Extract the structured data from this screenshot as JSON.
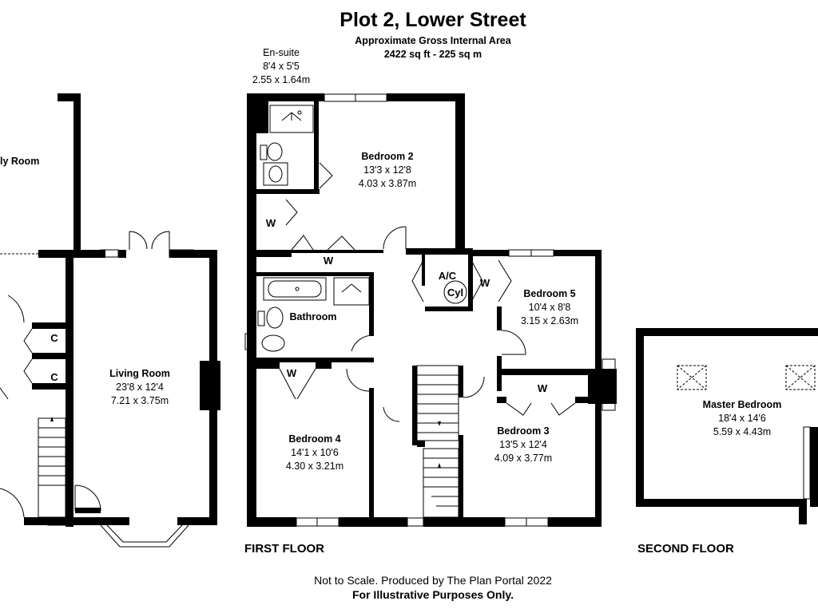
{
  "header": {
    "title": "Plot 2, Lower Street",
    "area_label": "Approximate Gross Internal Area",
    "area_value": "2422 sq ft - 225 sq m"
  },
  "rooms": {
    "family_room": {
      "name": "ly Room"
    },
    "living_room": {
      "name": "Living Room",
      "imperial": "23'8 x 12'4",
      "metric": "7.21 x 3.75m"
    },
    "en_suite": {
      "name": "En-suite",
      "imperial": "8'4 x 5'5",
      "metric": "2.55 x 1.64m"
    },
    "bedroom_2": {
      "name": "Bedroom 2",
      "imperial": "13'3 x 12'8",
      "metric": "4.03 x 3.87m"
    },
    "bathroom": {
      "name": "Bathroom"
    },
    "bedroom_4": {
      "name": "Bedroom 4",
      "imperial": "14'1 x 10'6",
      "metric": "4.30 x 3.21m"
    },
    "bedroom_5": {
      "name": "Bedroom 5",
      "imperial": "10'4 x 8'8",
      "metric": "3.15 x 2.63m"
    },
    "bedroom_3": {
      "name": "Bedroom 3",
      "imperial": "13'5 x 12'4",
      "metric": "4.09 x 3.77m"
    },
    "master_bedroom": {
      "name": "Master Bedroom",
      "imperial": "18'4 x 14'6",
      "metric": "5.59 x 4.43m"
    }
  },
  "fixtures": {
    "cupboard": "C",
    "wardrobe": "W",
    "airing_cupboard": "A/C",
    "cylinder": "Cyl"
  },
  "floors": {
    "first": "FIRST FLOOR",
    "second": "SECOND FLOOR"
  },
  "footer": {
    "credit": "Not to Scale. Produced by The Plan Portal 2022",
    "disclaimer": "For Illustrative Purposes Only."
  }
}
